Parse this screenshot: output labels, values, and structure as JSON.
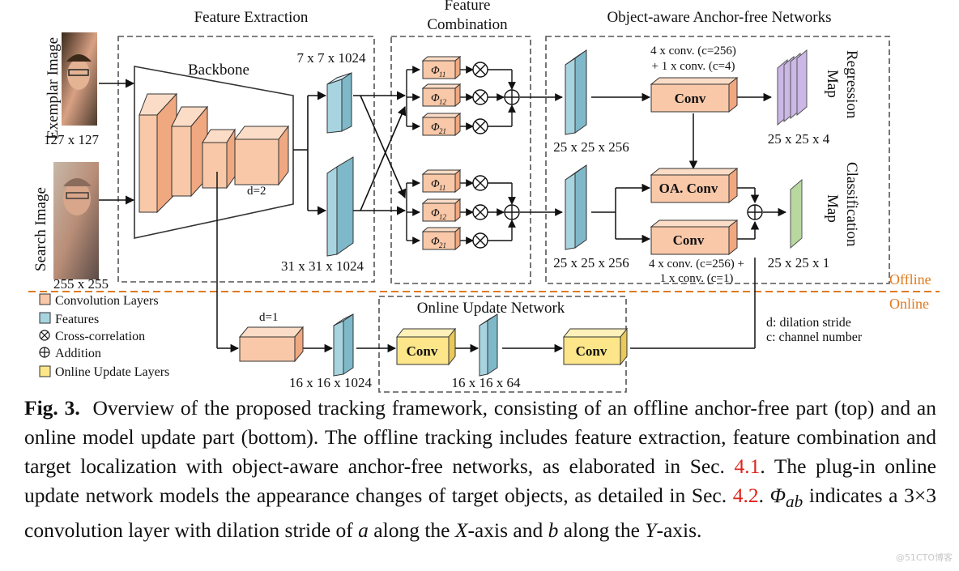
{
  "sections": {
    "feature_extraction": "Feature Extraction",
    "feature_combination_1": "Feature",
    "feature_combination_2": "Combination",
    "anchor_free": "Object-aware Anchor-free Networks",
    "online_update": "Online Update Network"
  },
  "inputs": {
    "exemplar_label": "Exemplar Image",
    "exemplar_size": "127 x 127",
    "search_label": "Search Image",
    "search_size": "255 x 255"
  },
  "backbone": {
    "label": "Backbone",
    "dilation": "d=2"
  },
  "features": {
    "f7": "7 x 7 x 1024",
    "f31": "31 x 31 x 1024",
    "f25a": "25 x 25 x 256",
    "f25b": "25 x 25 x 256",
    "f16a": "16 x 16 x 1024",
    "f16b": "16 x 16 x 64",
    "reg_out": "25 x 25 x 4",
    "cls_out": "25 x 25 x 1"
  },
  "phi": {
    "symbol": "Φ",
    "subs": [
      "11",
      "12",
      "21",
      "11",
      "12",
      "21"
    ]
  },
  "heads": {
    "conv": "Conv",
    "oa_conv": "OA. Conv",
    "reg_note_1": "4 x conv. (c=256)",
    "reg_note_2": "+ 1 x conv. (c=4)",
    "cls_note_1": "4 x conv. (c=256) +",
    "cls_note_2": "1 x conv. (c=1)",
    "regression_1": "Regression",
    "regression_2": "Map",
    "classification_1": "Classification",
    "classification_2": "Map"
  },
  "online": {
    "dilation": "d=1",
    "conv1": "Conv",
    "conv2": "Conv",
    "offline_tag": "Offline",
    "online_tag": "Online",
    "note_d": "d: dilation stride",
    "note_c": "c: channel number"
  },
  "legend": {
    "conv_layers": "Convolution Layers",
    "features": "Features",
    "cross_corr": "Cross-correlation",
    "addition": "Addition",
    "online_layers": "Online Update Layers"
  },
  "caption": {
    "label": "Fig. 3.",
    "p1": "Overview of the proposed tracking framework, consisting of an offline anchor-free part (top) and an online model update part (bottom). The offline tracking includes feature extraction, feature combination and target localization with object-aware anchor-free networks, as elaborated in Sec. ",
    "ref1": "4.1",
    "p2": ". The plug-in online update network models the appearance changes of target objects, as detailed in Sec. ",
    "ref2": "4.2",
    "p3": ". ",
    "phi_symbol": "Φ",
    "phi_sub": "ab",
    "p4": " indicates a 3×3 convolution layer with dilation stride of ",
    "var_a": "a",
    "p5": " along the ",
    "var_x": "X",
    "p6": "-axis and ",
    "var_b": "b",
    "p7": " along the ",
    "var_y": "Y",
    "p8": "-axis."
  },
  "watermark": "@51CTO博客",
  "colors": {
    "conv_fill": "#f8c8a8",
    "feature_fill": "#a8d4e0",
    "online_fill": "#fde68a",
    "reg_map_fill": "#cbb8e6",
    "cls_map_fill": "#b8d8a0",
    "offline_line": "#e07a1f"
  }
}
